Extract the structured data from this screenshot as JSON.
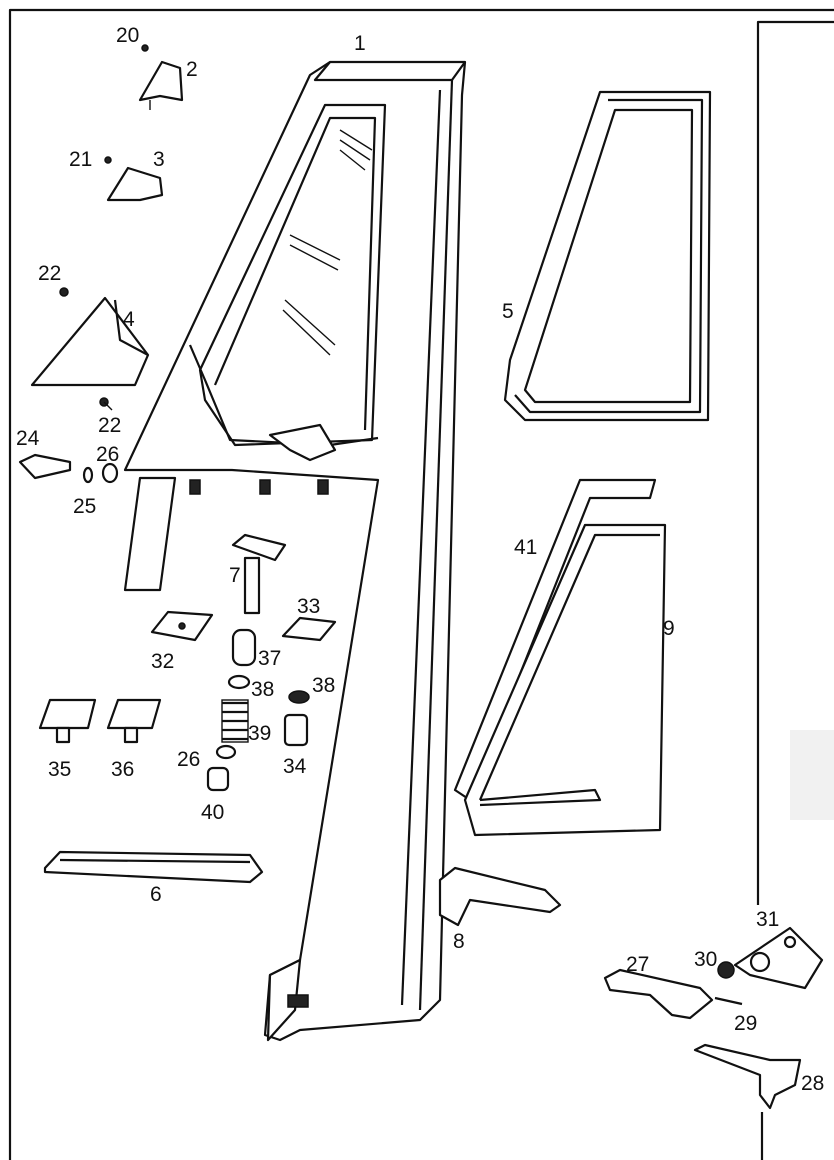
{
  "title": "Door window frame parts diagram",
  "callouts": [
    "1",
    "2",
    "20",
    "21",
    "3",
    "22",
    "4",
    "22",
    "24",
    "26",
    "25",
    "5",
    "41",
    "9",
    "7",
    "33",
    "32",
    "37",
    "38",
    "38",
    "39",
    "35",
    "36",
    "26",
    "34",
    "40",
    "6",
    "8",
    "31",
    "27",
    "30",
    "29",
    "28"
  ]
}
